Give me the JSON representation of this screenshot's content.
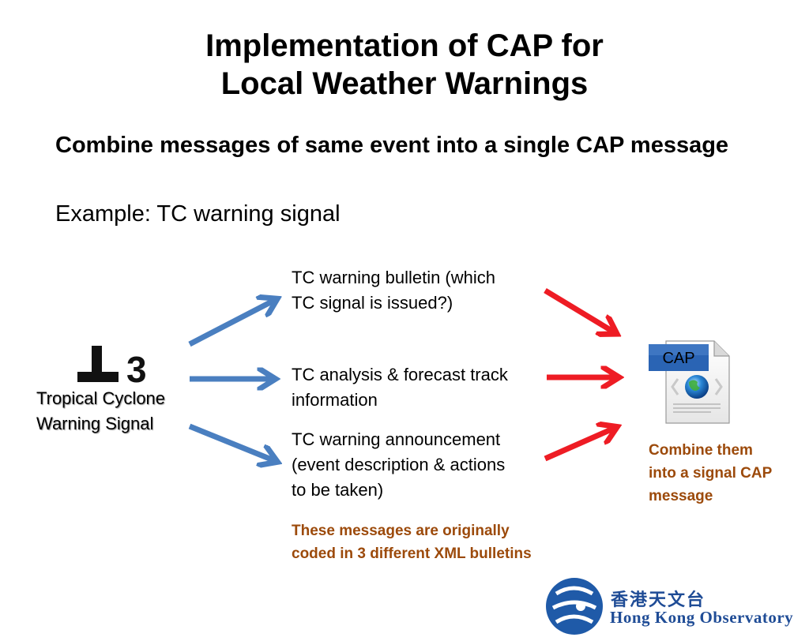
{
  "slide": {
    "title_line1": "Implementation of CAP for",
    "title_line2": "Local Weather Warnings",
    "subtitle": "Combine messages of same event into a single CAP message",
    "example": "Example: TC warning signal"
  },
  "signal": {
    "symbol_number": "3",
    "label_line1": "Tropical Cyclone",
    "label_line2": "Warning Signal"
  },
  "messages": [
    {
      "line1": "TC warning bulletin (which",
      "line2": "TC signal is issued?)"
    },
    {
      "line1": "TC analysis & forecast track",
      "line2": "information"
    },
    {
      "line1": "TC warning announcement",
      "line2": "(event description & actions",
      "line3": "to be taken)"
    }
  ],
  "notes": {
    "left_line1": "These messages are originally",
    "left_line2": "coded in 3 different XML bulletins",
    "right_line1": "Combine them",
    "right_line2": "into a signal CAP",
    "right_line3": "message"
  },
  "cap_doc": {
    "label": "CAP",
    "icon": "globe-document-icon"
  },
  "logo": {
    "chinese": "香港天文台",
    "english": "Hong Kong Observatory",
    "icon": "hko-logo-icon"
  },
  "colors": {
    "blue_arrow": "#4a7fc0",
    "red_arrow": "#ee1c24",
    "note_brown": "#9c4a0b",
    "logo_blue": "#1f4c96"
  }
}
